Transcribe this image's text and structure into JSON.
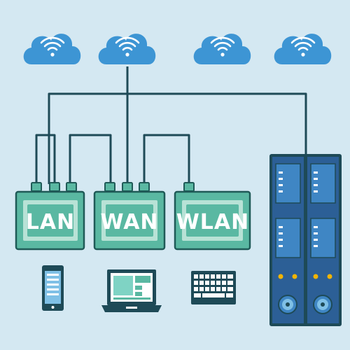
{
  "diagram": {
    "devices": [
      {
        "label": "LAN"
      },
      {
        "label": "WAN"
      },
      {
        "label": "WLAN"
      }
    ],
    "cloud_icon": "wifi-cloud-icon",
    "endpoint_icons": [
      "smartphone-icon",
      "laptop-icon",
      "keyboard-icon",
      "server-rack-icon"
    ],
    "colors": {
      "background": "#d4e8f2",
      "cloud": "#3d95d4",
      "device_fill": "#5ab8a2",
      "device_frame": "#b8e2d6",
      "device_border": "#1f5a57",
      "wire": "#1e4a57",
      "server_body": "#2c5f96",
      "server_panel": "#3f86c4"
    }
  }
}
